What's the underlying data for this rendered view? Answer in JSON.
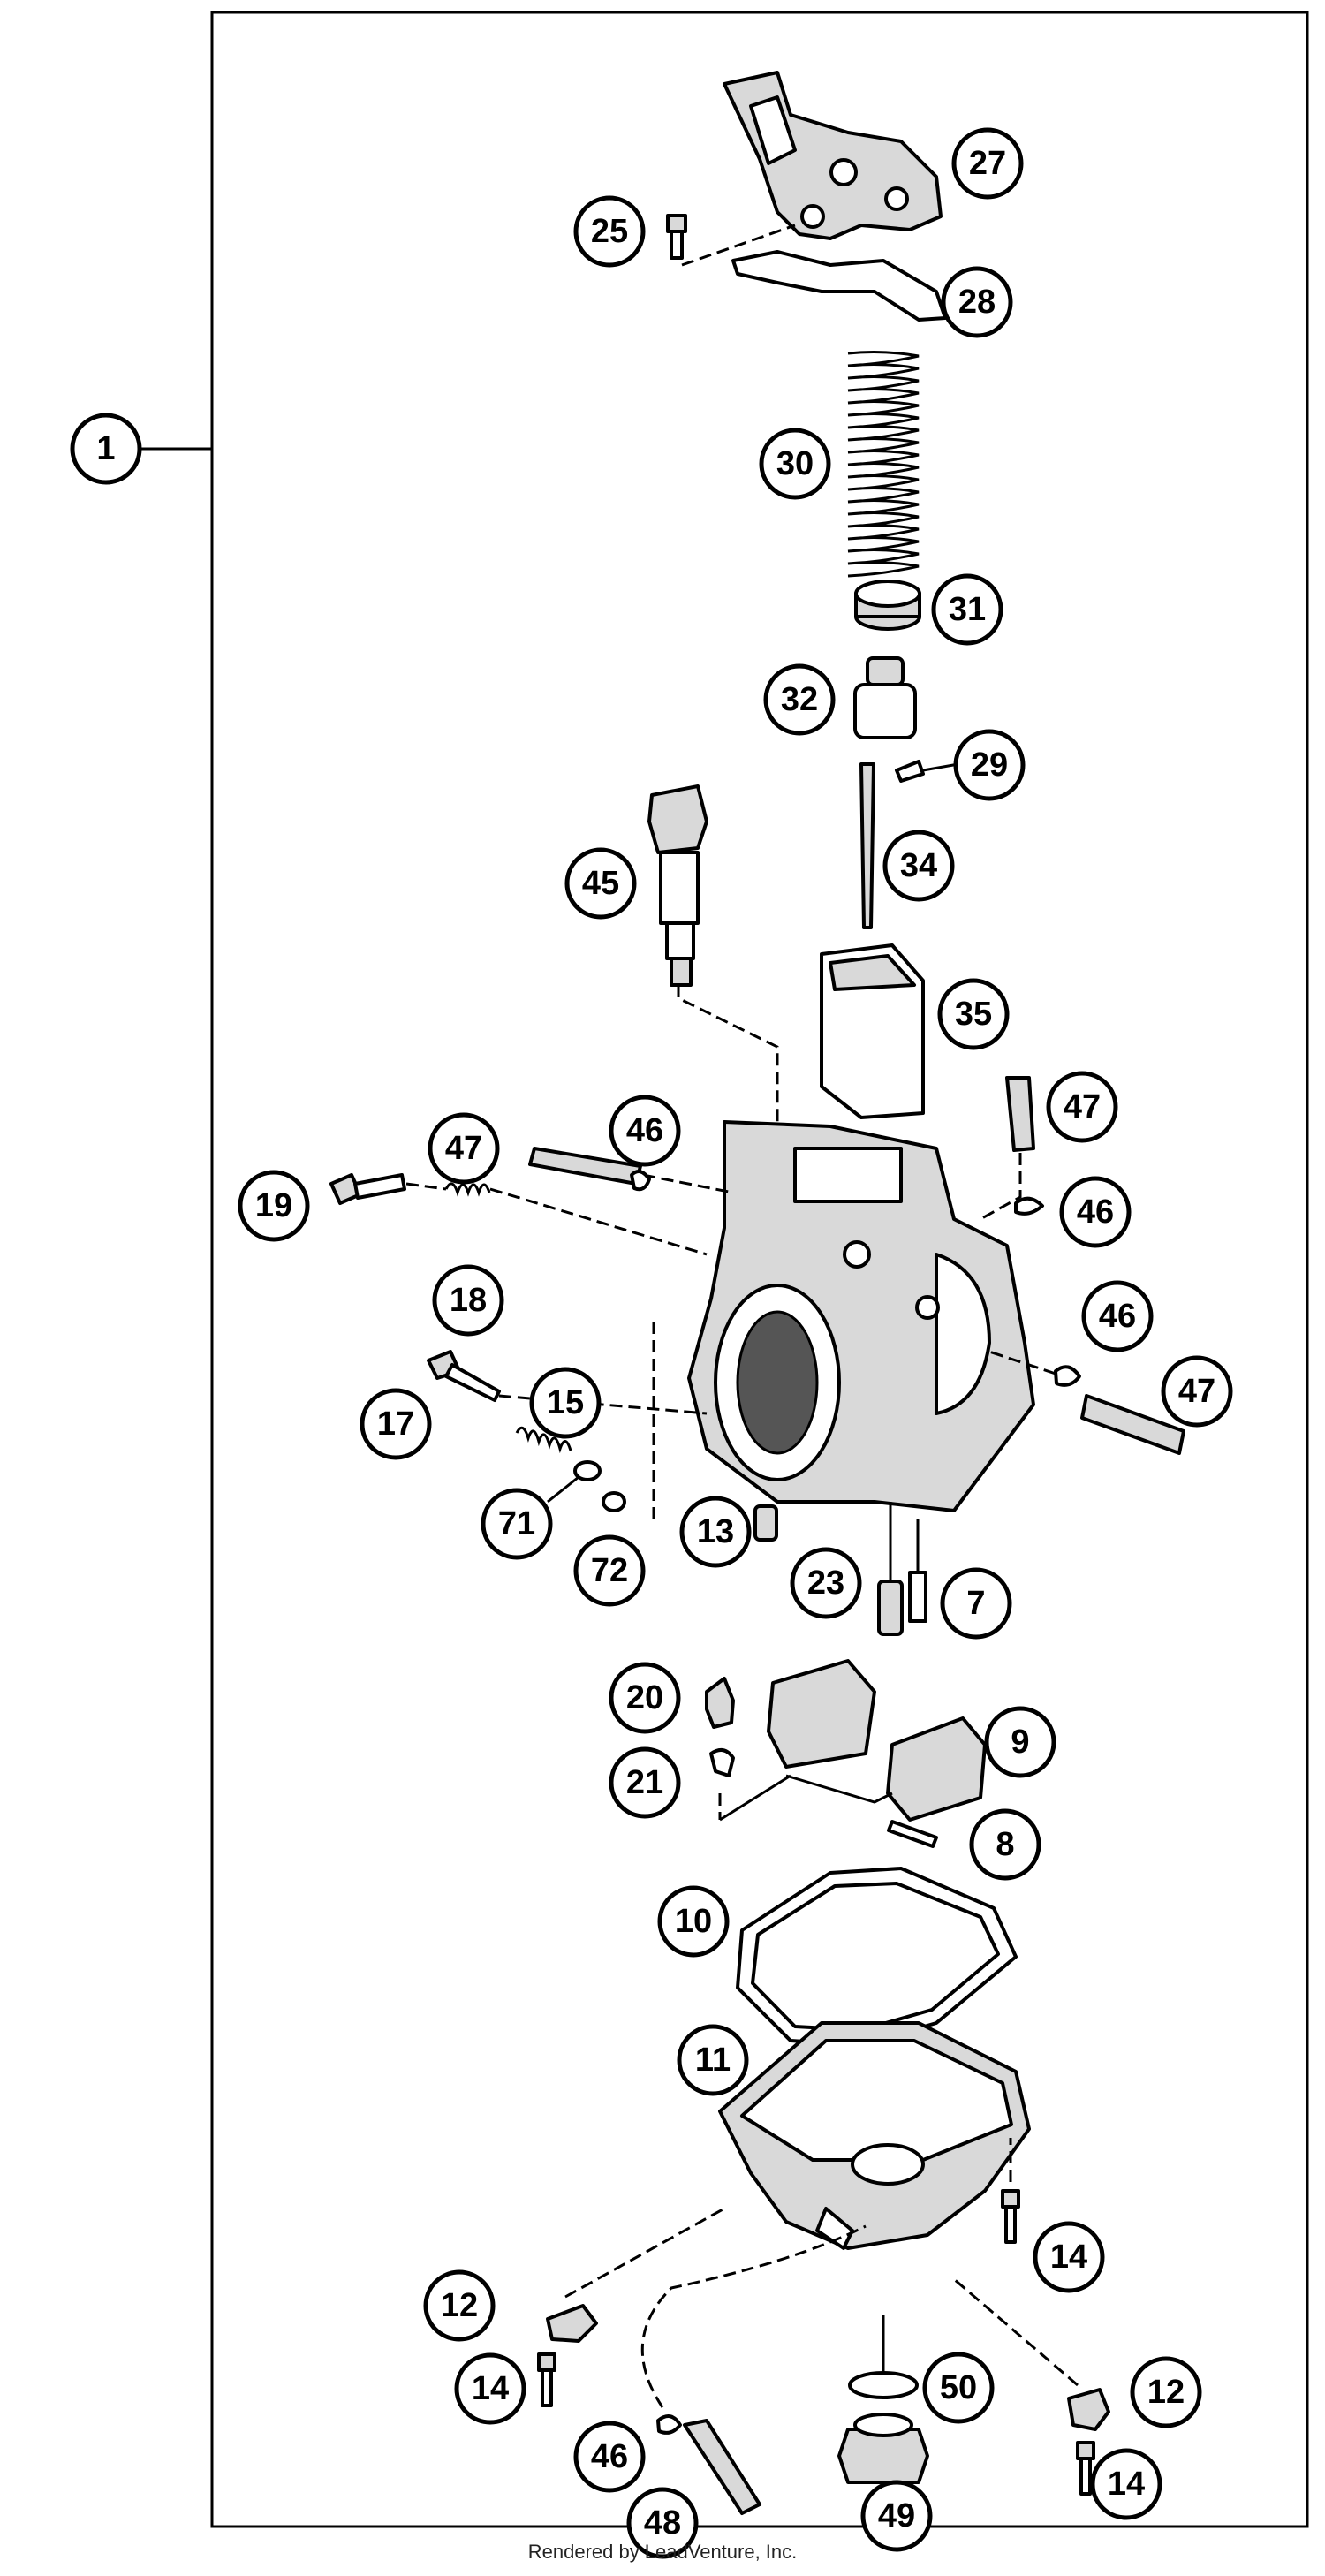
{
  "diagram": {
    "callouts": [
      {
        "id": "1",
        "label": "1"
      },
      {
        "id": "27",
        "label": "27"
      },
      {
        "id": "25",
        "label": "25"
      },
      {
        "id": "28",
        "label": "28"
      },
      {
        "id": "30",
        "label": "30"
      },
      {
        "id": "31",
        "label": "31"
      },
      {
        "id": "32",
        "label": "32"
      },
      {
        "id": "29",
        "label": "29"
      },
      {
        "id": "34",
        "label": "34"
      },
      {
        "id": "45",
        "label": "45"
      },
      {
        "id": "35",
        "label": "35"
      },
      {
        "id": "47a",
        "label": "47"
      },
      {
        "id": "47b",
        "label": "47"
      },
      {
        "id": "46a",
        "label": "46"
      },
      {
        "id": "46b",
        "label": "46"
      },
      {
        "id": "19",
        "label": "19"
      },
      {
        "id": "18",
        "label": "18"
      },
      {
        "id": "46c",
        "label": "46"
      },
      {
        "id": "47c",
        "label": "47"
      },
      {
        "id": "17",
        "label": "17"
      },
      {
        "id": "15",
        "label": "15"
      },
      {
        "id": "71",
        "label": "71"
      },
      {
        "id": "72",
        "label": "72"
      },
      {
        "id": "13",
        "label": "13"
      },
      {
        "id": "23",
        "label": "23"
      },
      {
        "id": "7",
        "label": "7"
      },
      {
        "id": "20",
        "label": "20"
      },
      {
        "id": "9",
        "label": "9"
      },
      {
        "id": "21",
        "label": "21"
      },
      {
        "id": "8",
        "label": "8"
      },
      {
        "id": "10",
        "label": "10"
      },
      {
        "id": "11",
        "label": "11"
      },
      {
        "id": "14a",
        "label": "14"
      },
      {
        "id": "12a",
        "label": "12"
      },
      {
        "id": "50",
        "label": "50"
      },
      {
        "id": "14b",
        "label": "14"
      },
      {
        "id": "12b",
        "label": "12"
      },
      {
        "id": "46d",
        "label": "46"
      },
      {
        "id": "14c",
        "label": "14"
      },
      {
        "id": "49",
        "label": "49"
      },
      {
        "id": "48",
        "label": "48"
      }
    ],
    "credit": "Rendered by LeadVenture, Inc."
  }
}
